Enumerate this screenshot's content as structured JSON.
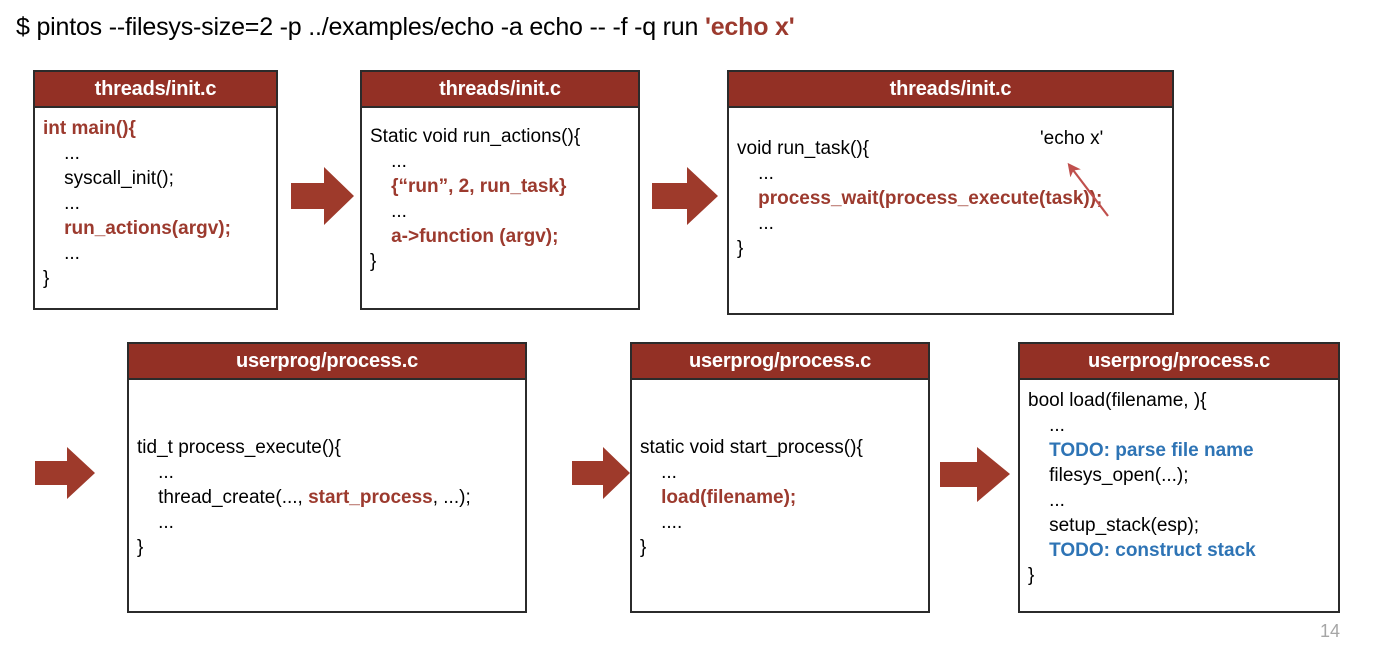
{
  "command_line": {
    "prefix": "$ pintos --filesys-size=2 -p ../examples/echo -a echo -- -f -q run ",
    "argument": "'echo x'"
  },
  "colors": {
    "header_bg": "#933025",
    "code_red": "#9C3A2E",
    "todo_blue": "#2E74B5",
    "arrow_fill": "#9E3A2B",
    "annotation_arrow": "#C0504D",
    "slide_number": "#a6a6a6"
  },
  "boxes": [
    {
      "id": "threads-init-main",
      "title": "threads/init.c",
      "lines": [
        {
          "text": "int main(){",
          "style": "red"
        },
        {
          "text": "    ...",
          "style": "black"
        },
        {
          "text": "    syscall_init();",
          "style": "black"
        },
        {
          "text": "    ...",
          "style": "black"
        },
        {
          "text": "    run_actions(argv);",
          "style": "red"
        },
        {
          "text": "    ...",
          "style": "black"
        },
        {
          "text": "}",
          "style": "black"
        }
      ]
    },
    {
      "id": "threads-init-run-actions",
      "title": "threads/init.c",
      "lines": [
        {
          "text": "Static void run_actions(){",
          "style": "black"
        },
        {
          "text": "    ...",
          "style": "black"
        },
        {
          "text": "    {“run”, 2, run_task}",
          "style": "red"
        },
        {
          "text": "    ...",
          "style": "black"
        },
        {
          "text": "    a->function (argv);",
          "style": "red"
        },
        {
          "text": "}",
          "style": "black"
        }
      ]
    },
    {
      "id": "threads-init-run-task",
      "title": "threads/init.c",
      "lines": [
        {
          "text": "void run_task(){",
          "style": "black"
        },
        {
          "text": "    ...",
          "style": "black"
        },
        {
          "text": "    process_wait(process_execute(task));",
          "style": "red"
        },
        {
          "text": "    ...",
          "style": "black"
        },
        {
          "text": "}",
          "style": "black"
        }
      ],
      "annotation": {
        "label": "'echo x'",
        "points_to": "process_wait(process_execute(task));"
      }
    },
    {
      "id": "userprog-process-execute",
      "title": "userprog/process.c",
      "lines": [
        {
          "text": "tid_t process_execute(){",
          "style": "black"
        },
        {
          "text": "    ...",
          "style": "black"
        },
        {
          "text": "    thread_create(..., ",
          "style": "mixed",
          "segments": [
            {
              "text": "    thread_create(..., ",
              "style": "black"
            },
            {
              "text": "start_process",
              "style": "red"
            },
            {
              "text": ", ...);",
              "style": "black"
            }
          ]
        },
        {
          "text": "    ...",
          "style": "black"
        },
        {
          "text": "}",
          "style": "black"
        }
      ]
    },
    {
      "id": "userprog-start-process",
      "title": "userprog/process.c",
      "lines": [
        {
          "text": "static void start_process(){",
          "style": "black"
        },
        {
          "text": "    ...",
          "style": "black"
        },
        {
          "text": "    load(filename);",
          "style": "red"
        },
        {
          "text": "    ....",
          "style": "black"
        },
        {
          "text": "}",
          "style": "black"
        }
      ]
    },
    {
      "id": "userprog-load",
      "title": "userprog/process.c",
      "lines": [
        {
          "text": "bool load(filename, ){",
          "style": "black"
        },
        {
          "text": "    ...",
          "style": "black"
        },
        {
          "text": "    TODO: parse file name",
          "style": "blue"
        },
        {
          "text": "    filesys_open(...);",
          "style": "black"
        },
        {
          "text": "    ...",
          "style": "black"
        },
        {
          "text": "    setup_stack(esp);",
          "style": "black"
        },
        {
          "text": "    TODO: construct stack",
          "style": "blue"
        },
        {
          "text": "}",
          "style": "black"
        }
      ]
    }
  ],
  "arrows": [
    {
      "id": "arrow-1-2",
      "from": "threads-init-main",
      "to": "threads-init-run-actions"
    },
    {
      "id": "arrow-2-3",
      "from": "threads-init-run-actions",
      "to": "threads-init-run-task"
    },
    {
      "id": "arrow-3-4",
      "from": "threads-init-run-task",
      "to": "userprog-process-execute"
    },
    {
      "id": "arrow-4-5",
      "from": "userprog-process-execute",
      "to": "userprog-start-process"
    },
    {
      "id": "arrow-5-6",
      "from": "userprog-start-process",
      "to": "userprog-load"
    }
  ],
  "slide_number": "14"
}
